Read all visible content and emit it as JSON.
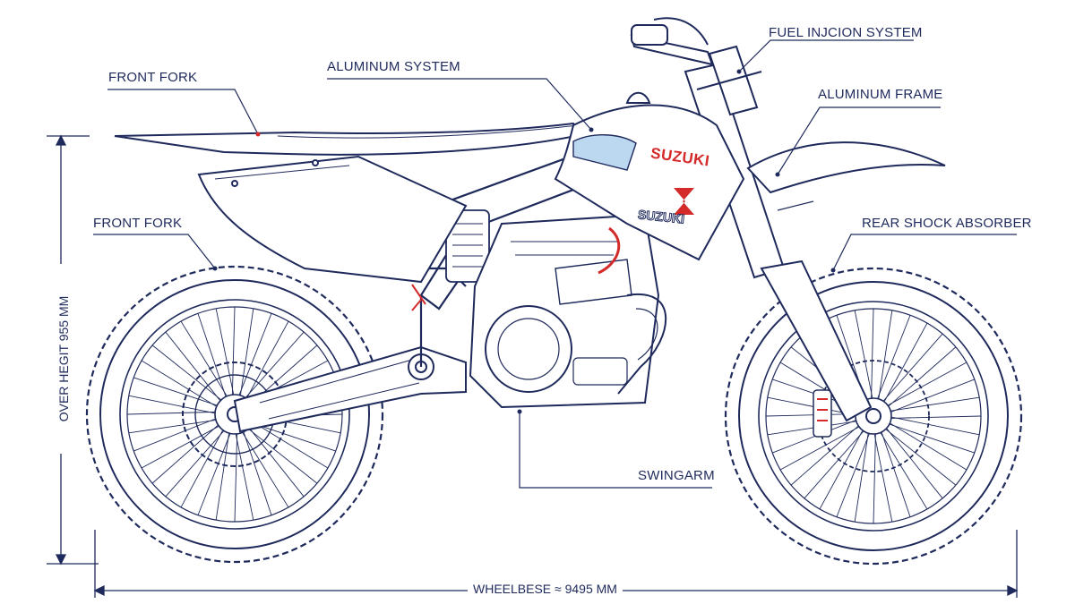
{
  "callouts": {
    "front_fork_top": "FRONT FORK",
    "aluminum_system": "ALUMINUM SYSTEM",
    "fuel_injection": "FUEL INJCION SYSTEM",
    "aluminum_frame": "ALUMINUM FRAME",
    "front_fork_mid": "FRONT FORK",
    "rear_shock": "REAR SHOCK ABSORBER",
    "swingarm": "SWINGARM"
  },
  "dimensions": {
    "overall_height": "OVER HEGIT 955 MM",
    "wheelbase": "WHEELBESE ≈ 9495 MM"
  },
  "branding": {
    "tank_logo": "SUZUKI",
    "shroud_logo": "SUZUKI"
  },
  "colors": {
    "line": "#1f2a5c",
    "accent_red": "#d42a2a",
    "panel_blue": "#bcd8f0"
  }
}
